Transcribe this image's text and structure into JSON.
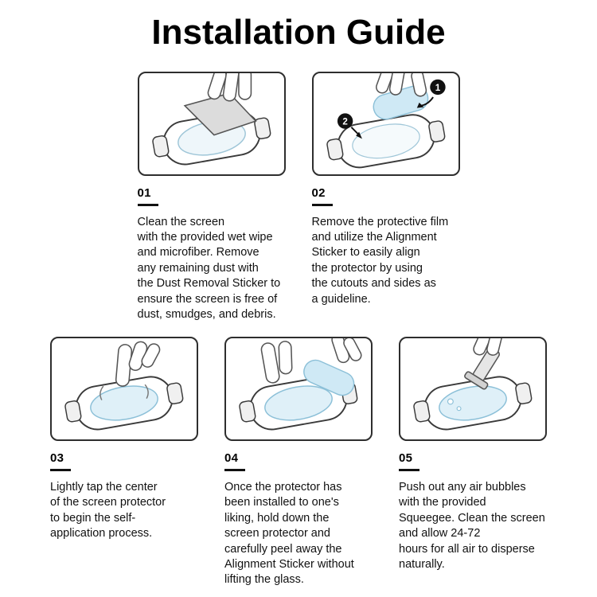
{
  "title": "Installation Guide",
  "steps": [
    {
      "number": "01",
      "text": "Clean the screen\nwith the provided wet wipe\nand microfiber. Remove\nany remaining dust with\nthe Dust Removal Sticker to\nensure the screen is free of\ndust, smudges, and debris."
    },
    {
      "number": "02",
      "text": "Remove the protective film\nand utilize the Alignment\nSticker to easily align\nthe protector by using\nthe cutouts and sides as\na guideline."
    },
    {
      "number": "03",
      "text": "Lightly tap the center\nof the screen protector\nto begin the self-\napplication process."
    },
    {
      "number": "04",
      "text": "Once the protector has\nbeen installed to one's\nliking, hold down the\nscreen protector and\ncarefully peel away the\nAlignment Sticker without\nlifting the glass."
    },
    {
      "number": "05",
      "text": "Push out any air bubbles\nwith the provided\nSqueegee. Clean the screen\nand allow 24-72\nhours for all air to disperse\nnaturally."
    }
  ],
  "step2_badges": {
    "first": "1",
    "second": "2"
  },
  "colors": {
    "film": "#d7ecf7",
    "outline": "#3a3a3a",
    "film_edge": "#8cc0d8"
  }
}
